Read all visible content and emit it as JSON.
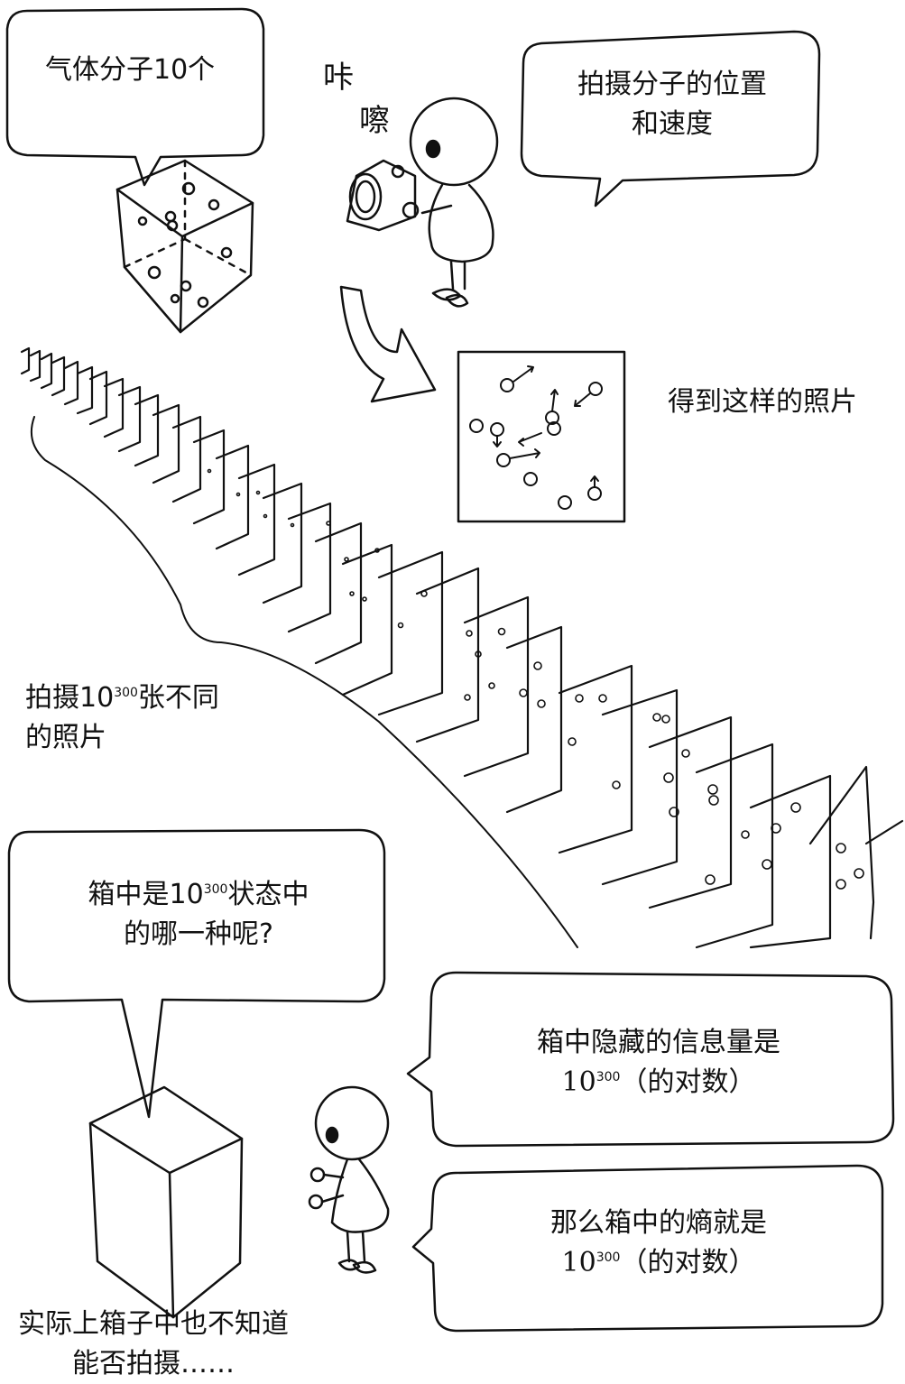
{
  "bubble_gas": "气体分子10个",
  "sfx_1": "咔",
  "sfx_2": "嚓",
  "bubble_photo": {
    "line1": "拍摄分子的位置",
    "line2": "和速度"
  },
  "caption_get_photo": "得到这样的照片",
  "caption_many": {
    "pre": "拍摄10",
    "exp": "300",
    "post": "张不同",
    "line2": "的照片"
  },
  "bubble_question": {
    "pre": "箱中是10",
    "exp": "300",
    "post": "状态中",
    "line2": "的哪一种呢?"
  },
  "bubble_info": {
    "line1": "箱中隐藏的信息量是",
    "base": "10",
    "exp": "300",
    "post": "（的对数）"
  },
  "bubble_entropy": {
    "line1": "那么箱中的熵就是",
    "base": "10",
    "exp": "300",
    "post": "（的对数）"
  },
  "caption_bottom": {
    "line1": "实际上箱子中也不知道",
    "line2": "能否拍摄……"
  }
}
